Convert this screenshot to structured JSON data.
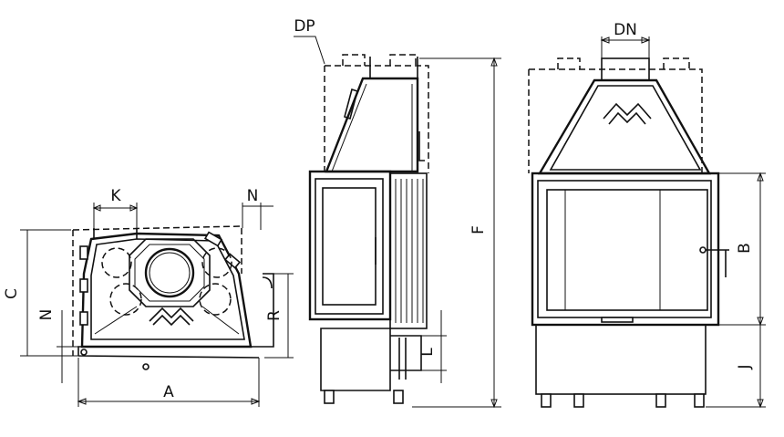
{
  "labels": {
    "k": "K",
    "n_top": "N",
    "c": "C",
    "n_left": "N",
    "r": "R",
    "a": "A",
    "dp": "DP",
    "f": "F",
    "l": "L",
    "dn": "DN",
    "b": "B",
    "j": "J"
  }
}
